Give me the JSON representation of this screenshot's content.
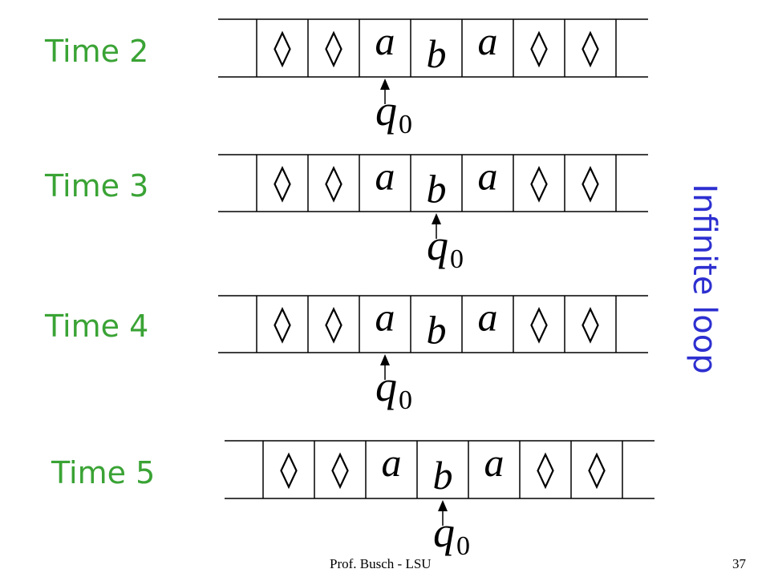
{
  "slide": {
    "side_label": "Infinite loop",
    "footer_left": "Prof. Busch - LSU",
    "page_number": "37"
  },
  "rows": [
    {
      "time_label": "Time 2",
      "cells": [
        "",
        "◊",
        "◊",
        "a",
        "b",
        "a",
        "◊",
        "◊",
        ""
      ],
      "head_index": 3,
      "state": "q",
      "state_sub": "0"
    },
    {
      "time_label": "Time 3",
      "cells": [
        "",
        "◊",
        "◊",
        "a",
        "b",
        "a",
        "◊",
        "◊",
        ""
      ],
      "head_index": 4,
      "state": "q",
      "state_sub": "0"
    },
    {
      "time_label": "Time 4",
      "cells": [
        "",
        "◊",
        "◊",
        "a",
        "b",
        "a",
        "◊",
        "◊",
        ""
      ],
      "head_index": 3,
      "state": "q",
      "state_sub": "0"
    },
    {
      "time_label": "Time 5",
      "cells": [
        "",
        "◊",
        "◊",
        "a",
        "b",
        "a",
        "◊",
        "◊",
        ""
      ],
      "head_index": 4,
      "state": "q",
      "state_sub": "0"
    }
  ]
}
